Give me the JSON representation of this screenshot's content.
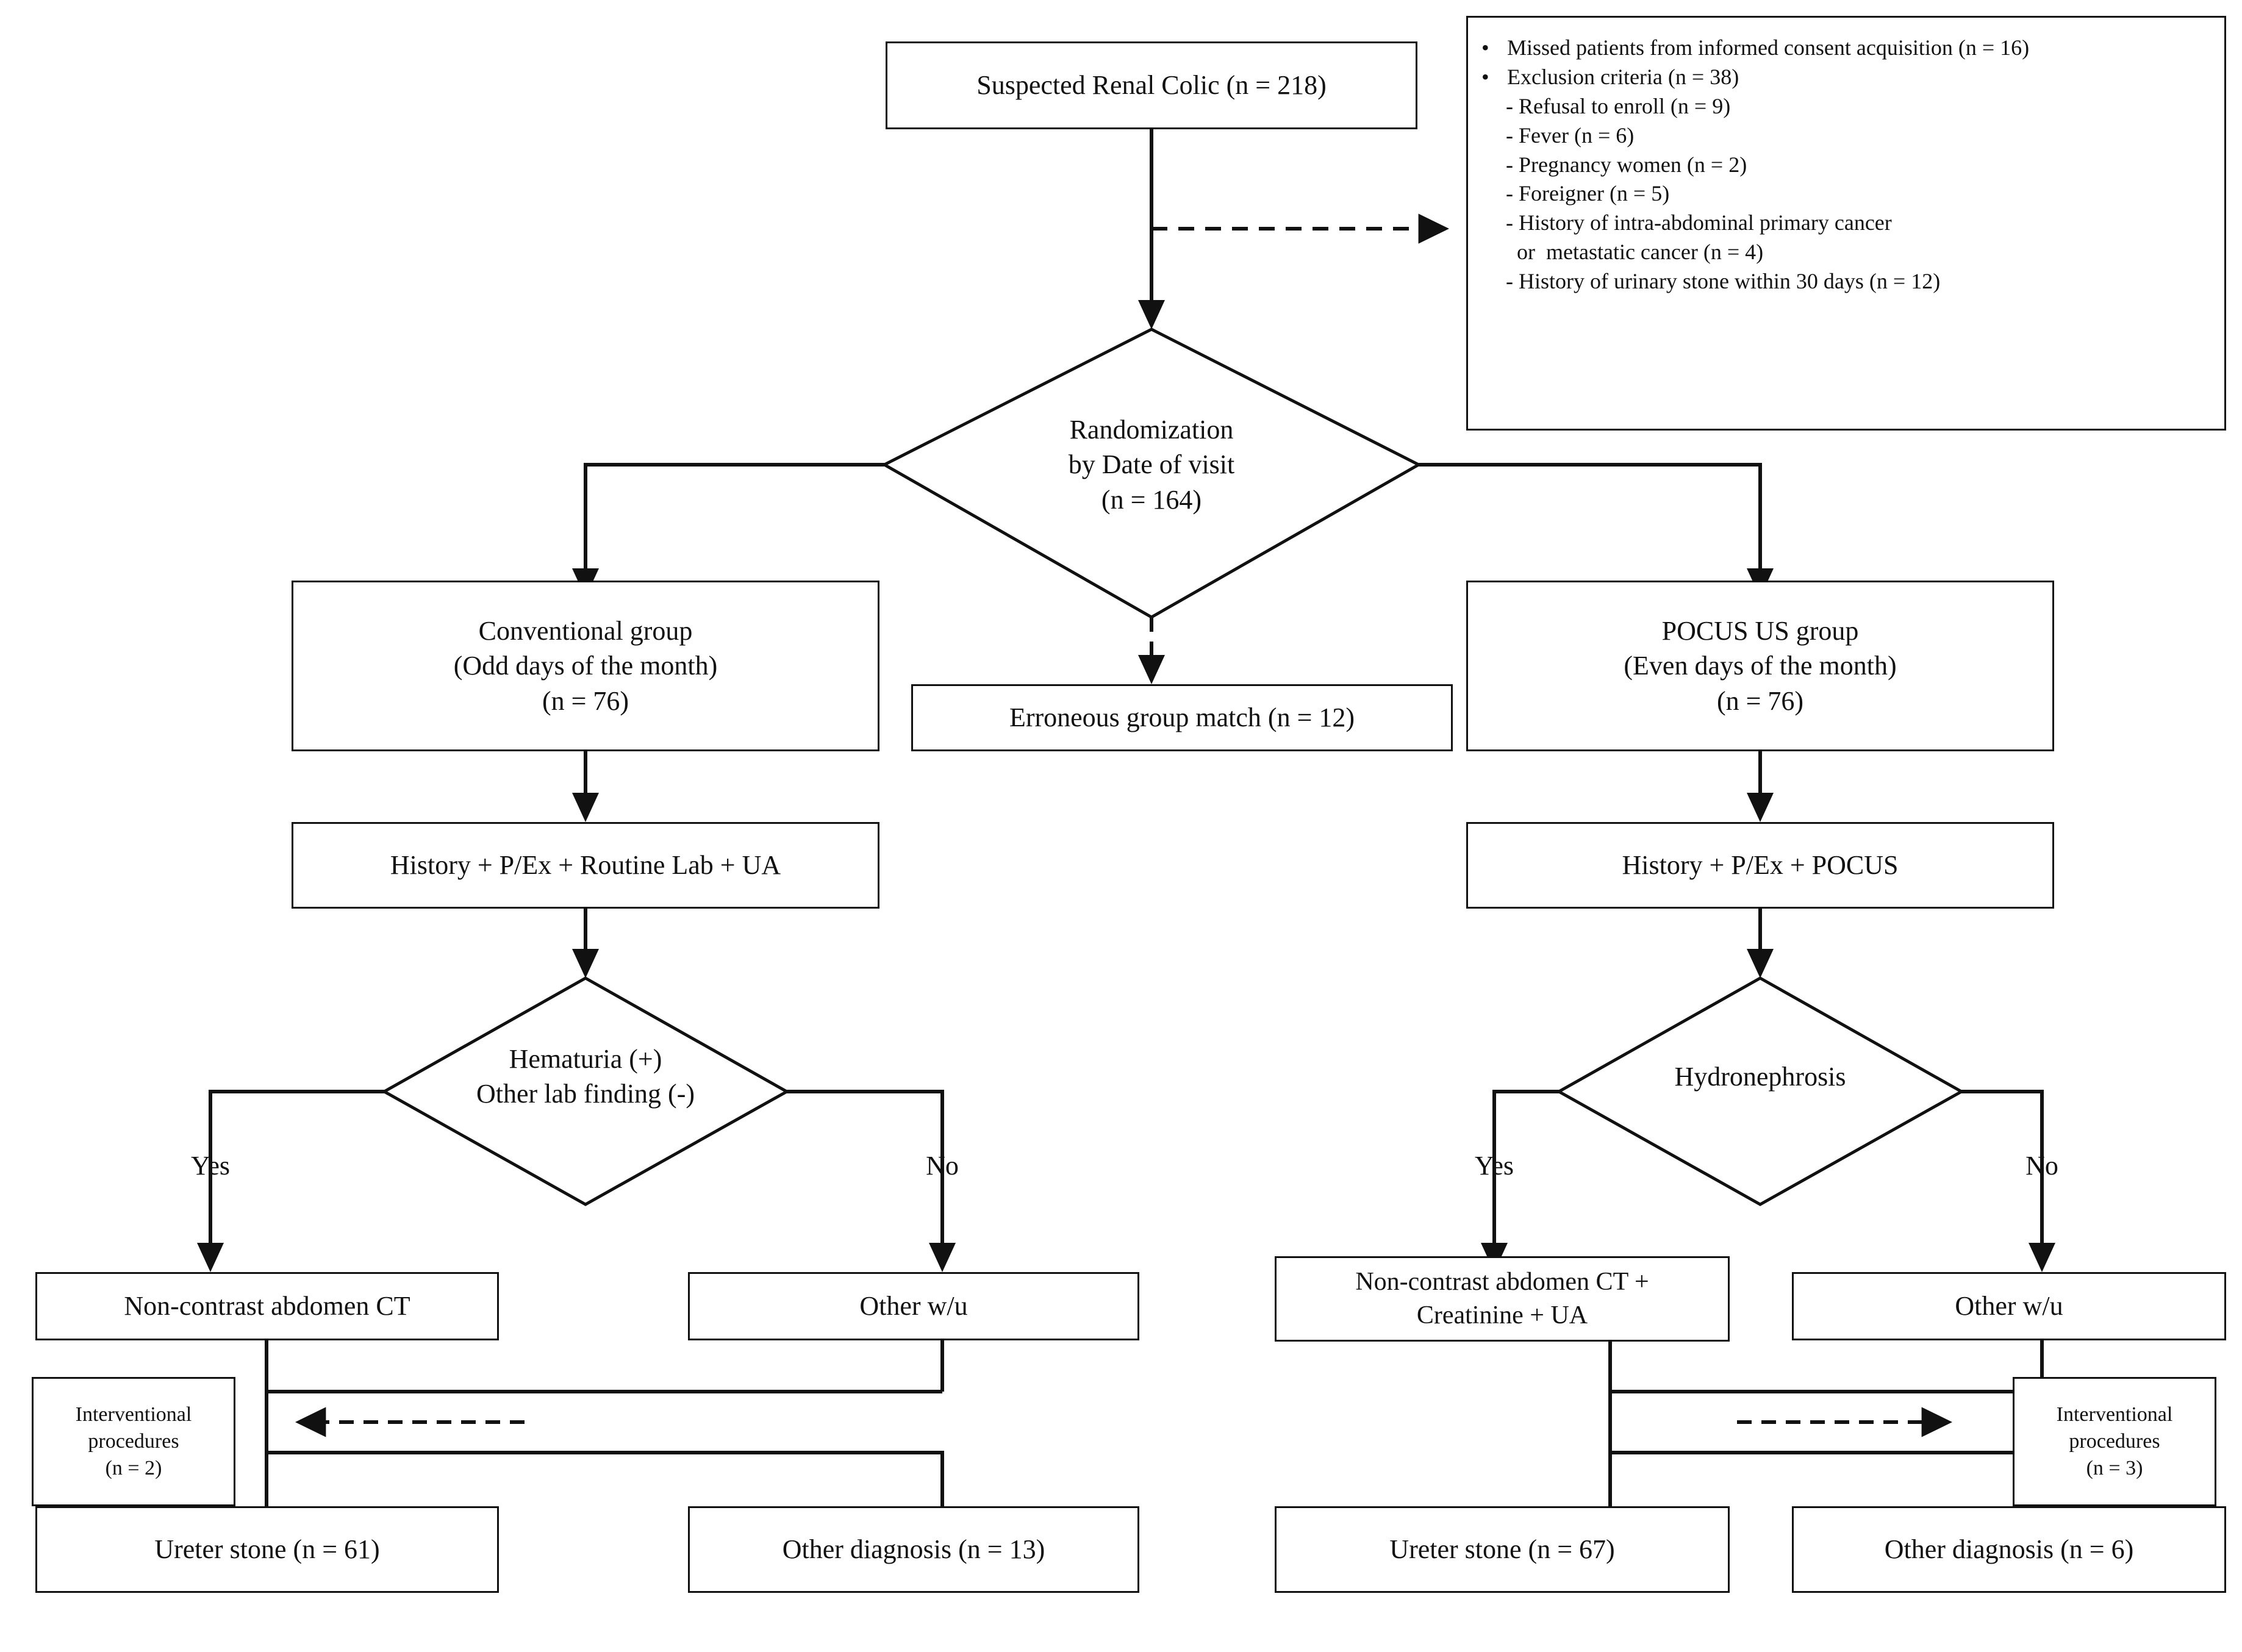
{
  "diagram": {
    "type": "flowchart",
    "title": "Renal colic POCUS randomized trial flow diagram",
    "nodes": {
      "suspected": "Suspected Renal Colic (n = 218)",
      "randomization_line1": "Randomization",
      "randomization_line2": "by Date of visit",
      "randomization_line3": "(n = 164)",
      "conventional_line1": "Conventional group",
      "conventional_line2": "(Odd days of the month)",
      "conventional_line3": "(n = 76)",
      "erroneous": "Erroneous group match (n = 12)",
      "pocus_line1": "POCUS US group",
      "pocus_line2": "(Even days of the month)",
      "pocus_line3": "(n = 76)",
      "workup_left": "History + P/Ex + Routine Lab + UA",
      "workup_right": "History + P/Ex + POCUS",
      "hematuria_line1": "Hematuria (+)",
      "hematuria_line2": "Other lab finding  (-)",
      "hydronephrosis": "Hydronephrosis",
      "ct_left": "Non-contrast abdomen CT",
      "other_wu_left": "Other w/u",
      "ct_right_line1": "Non-contrast abdomen CT +",
      "ct_right_line2": "Creatinine + UA",
      "other_wu_right": "Other w/u",
      "interv_left_line1": "Interventional",
      "interv_left_line2": "procedures",
      "interv_left_line3": "(n = 2)",
      "interv_right_line1": "Interventional",
      "interv_right_line2": "procedures",
      "interv_right_line3": "(n = 3)",
      "ureter_left": "Ureter stone (n = 61)",
      "otherdx_left": "Other diagnosis  (n = 13)",
      "ureter_right": "Ureter stone (n = 67)",
      "otherdx_right": "Other diagnosis  (n = 6)"
    },
    "edge_labels": {
      "yes_left": "Yes",
      "no_left": "No",
      "yes_right": "Yes",
      "no_right": "No"
    },
    "exclusion_panel": {
      "items": [
        {
          "bullet": "•",
          "text": "Missed patients from informed consent acquisition (n = 16)"
        },
        {
          "bullet": "•",
          "text": "Exclusion  criteria (n = 38)"
        }
      ],
      "sub_items": [
        "- Refusal to enroll (n = 9)",
        "- Fever (n = 6)",
        "- Pregnancy  women (n = 2)",
        "- Foreigner  (n = 5)",
        "- History of intra-abdominal  primary cancer",
        "  or  metastatic cancer (n = 4)",
        "- History of urinary stone within 30 days (n = 12)"
      ]
    },
    "colors": {
      "stroke": "#111111",
      "background": "#ffffff",
      "text": "#111111"
    }
  }
}
